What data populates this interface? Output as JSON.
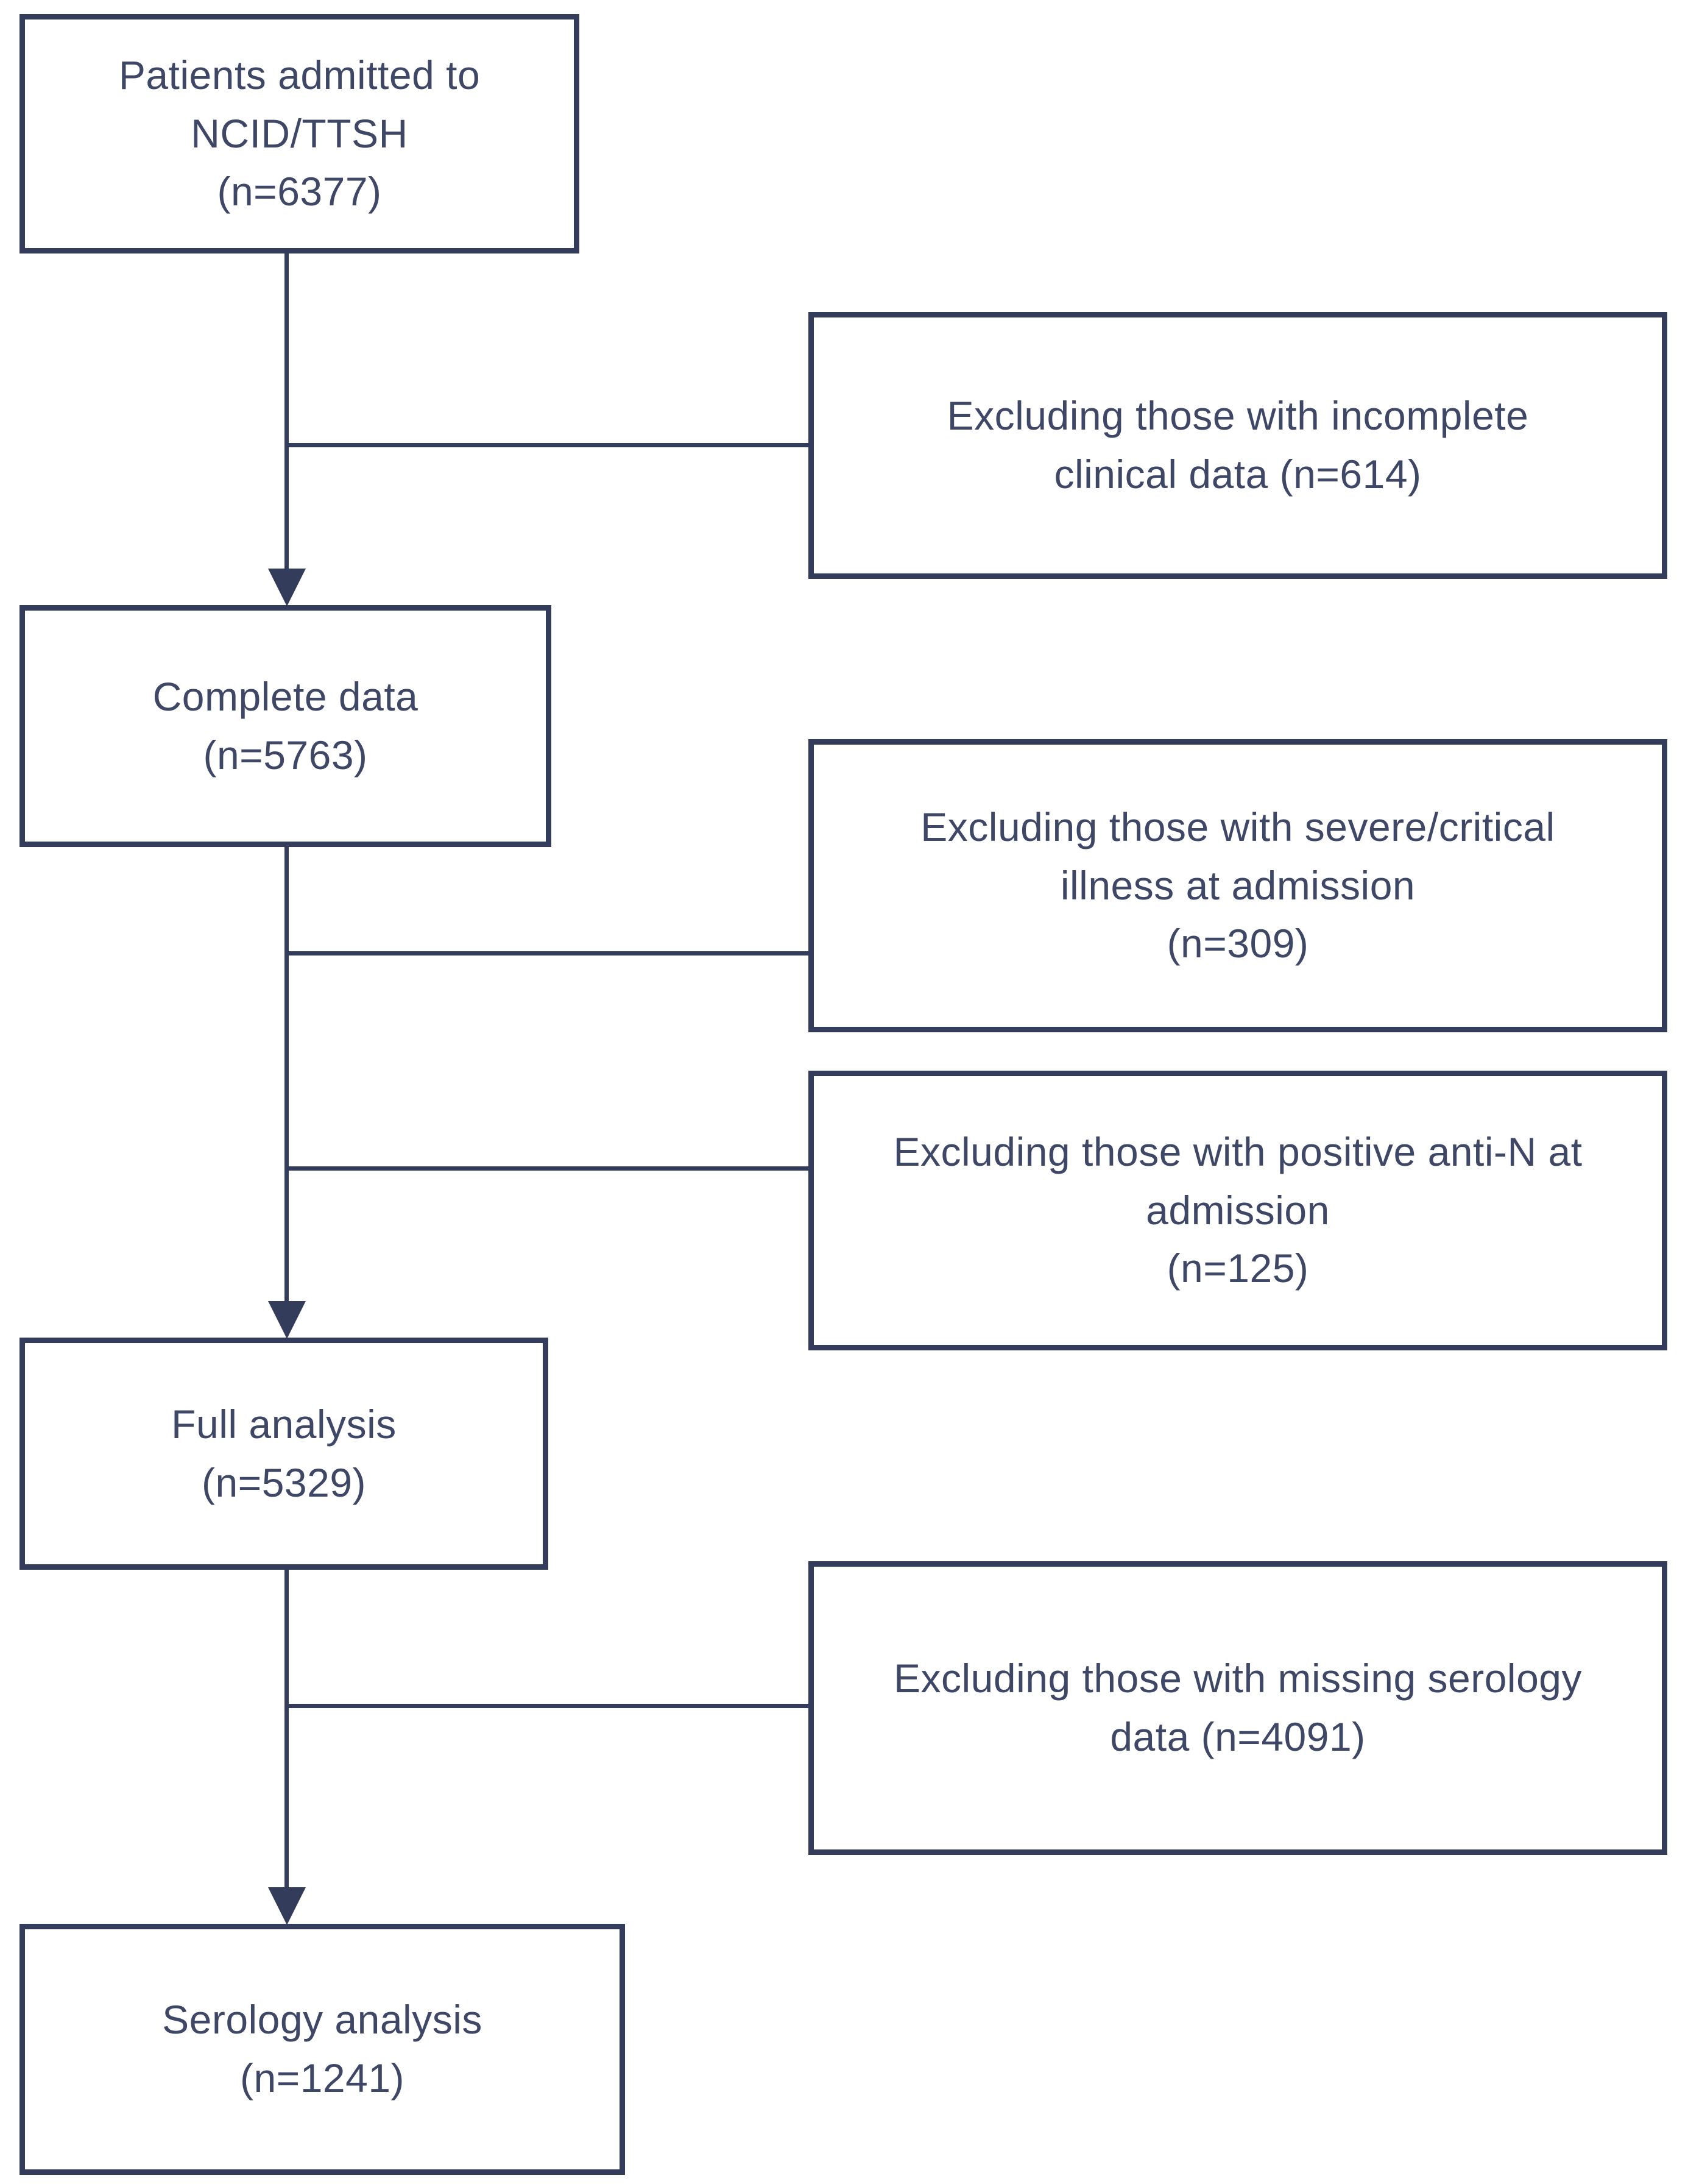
{
  "colors": {
    "background": "#ffffff",
    "line": "#333c5b",
    "text": "#3e4765"
  },
  "diagram": {
    "type": "flowchart",
    "nodes": {
      "admitted": {
        "text": "Patients admitted to\nNCID/TTSH\n(n=6377)",
        "n": 6377
      },
      "complete_data": {
        "text": "Complete data\n(n=5763)",
        "n": 5763
      },
      "full_analysis": {
        "text": "Full analysis\n(n=5329)",
        "n": 5329
      },
      "serology_analysis": {
        "text": "Serology analysis\n(n=1241)",
        "n": 1241
      },
      "excl_incomplete": {
        "text": "Excluding those with incomplete\nclinical data (n=614)",
        "n": 614
      },
      "excl_severe_critical": {
        "text": "Excluding those with severe/critical\nillness at admission\n(n=309)",
        "n": 309
      },
      "excl_positive_antin": {
        "text": "Excluding those with positive anti-N at\nadmission\n(n=125)",
        "n": 125
      },
      "excl_missing_serology": {
        "text": "Excluding those with missing serology\ndata (n=4091)",
        "n": 4091
      }
    }
  }
}
